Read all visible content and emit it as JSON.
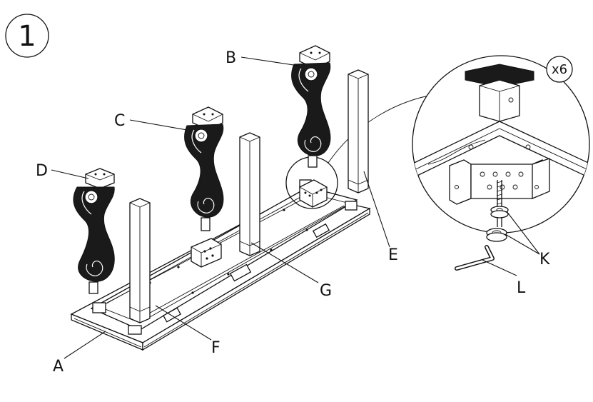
{
  "step": {
    "number": "1",
    "quantity": "x6"
  },
  "parts": {
    "A": "A",
    "B": "B",
    "C": "C",
    "D": "D",
    "E": "E",
    "F": "F",
    "G": "G",
    "K": "K",
    "L": "L"
  },
  "colors": {
    "line": "#111111",
    "leg_fill": "#1a1a1a",
    "background": "#ffffff"
  },
  "icons": {
    "step_badge": "circle-number",
    "detail_zoom": "magnifier-circle",
    "hex_key": "allen-key-icon",
    "bolt": "bolt-with-washer-icon"
  }
}
